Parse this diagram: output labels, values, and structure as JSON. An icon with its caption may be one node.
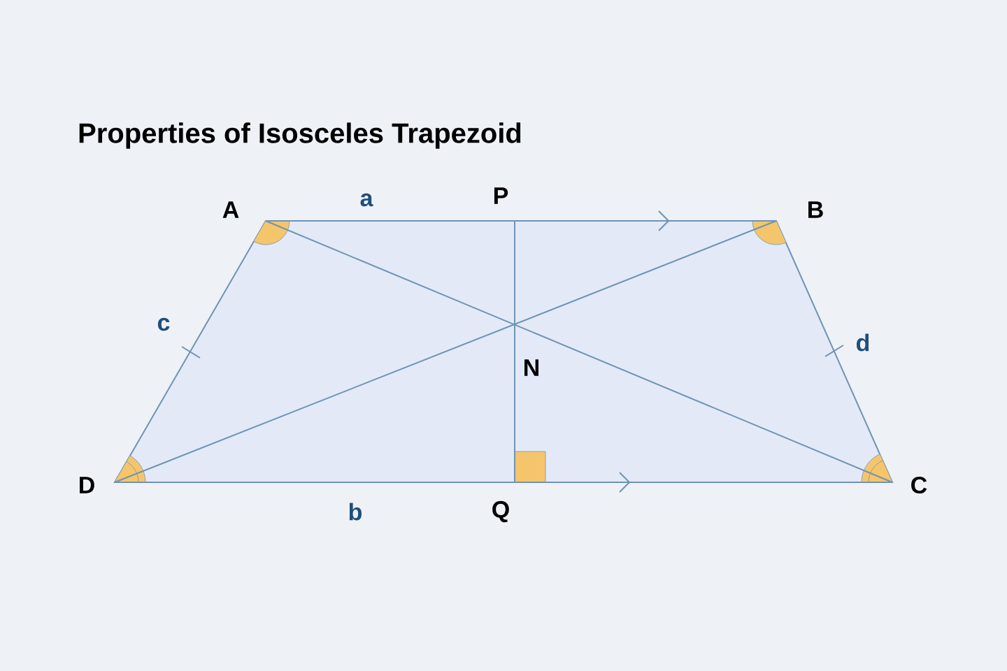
{
  "diagram": {
    "title": "Properties of Isosceles Trapezoid",
    "labels": [
      "A",
      "a",
      "P",
      "B",
      "c",
      "N",
      "d",
      "D",
      "b",
      "Q",
      "C"
    ]
  }
}
